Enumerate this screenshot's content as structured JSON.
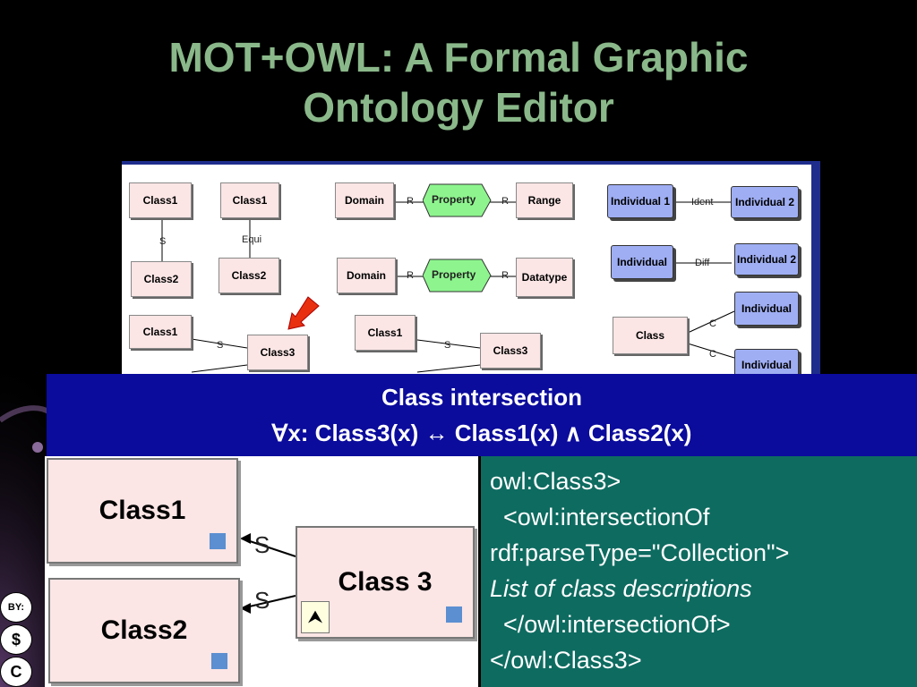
{
  "title": {
    "line1": "MOT+OWL: A Formal Graphic",
    "line2": "Ontology Editor"
  },
  "diagram": {
    "class1": "Class1",
    "class2": "Class2",
    "class3": "Class3",
    "s": "S",
    "equi": "Equi",
    "domain": "Domain",
    "property": "Property",
    "range": "Range",
    "datatype": "Datatype",
    "r": "R",
    "individual1": "Individual 1",
    "individual2": "Individual 2",
    "individual": "Individual",
    "ident": "Ident",
    "diff": "Diff",
    "class": "Class",
    "c": "C"
  },
  "banner": {
    "line1": "Class intersection",
    "line2": "∀x: Class3(x)  ↔ Class1(x) ∧ Class2(x)"
  },
  "zoom": {
    "class1": "Class1",
    "class2": "Class2",
    "class3": "Class 3",
    "s": "S"
  },
  "code": {
    "l1": "owl:Class3>",
    "l2": "  <owl:intersectionOf",
    "l3": "rdf:parseType=\"Collection\">",
    "l4": "List of class descriptions",
    "l5": "  </owl:intersectionOf>",
    "l6": "</owl:Class3>"
  },
  "license_badges": [
    "BY:",
    "$",
    "C"
  ],
  "colors": {
    "title": "#8ab88a",
    "banner": "#0b0b9c",
    "code_bg": "#0e6b60",
    "class_fill": "#fbe5e5",
    "individual_fill": "#9faef3",
    "property_fill": "#8ef58e"
  }
}
